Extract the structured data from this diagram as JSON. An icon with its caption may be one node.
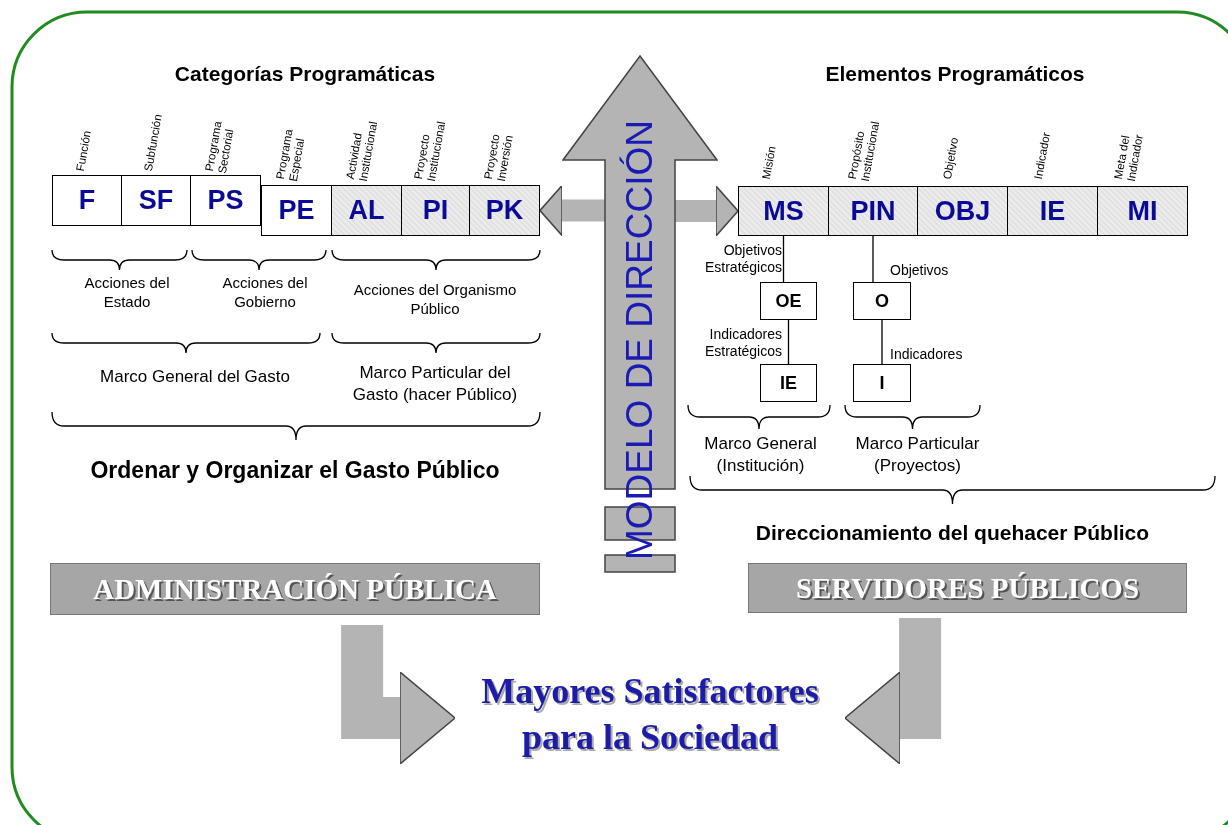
{
  "diagram": {
    "nodes": [
      {
        "text": [
          "F"
        ],
        "beside": [
          "Función"
        ]
      },
      {
        "text": [
          "SF"
        ],
        "beside": [
          "Subfunción"
        ]
      },
      {
        "text": [
          "PS"
        ],
        "beside": [
          "Programa Sectorial"
        ]
      },
      {
        "text": [
          "PE"
        ],
        "beside": [
          "Programa Especial"
        ]
      },
      {
        "text": [
          "AL"
        ],
        "beside": [
          "Actividad Institucional"
        ]
      },
      {
        "text": [
          "PI"
        ],
        "beside": [
          "Proyecto Institucional"
        ]
      },
      {
        "text": [
          "PK"
        ],
        "beside": [
          "Proyecto Inversión"
        ]
      },
      {
        "text": [
          "MODELO DE DIRECCIÓN"
        ]
      },
      {
        "text": [
          "MS"
        ],
        "beside": [
          "Misión"
        ]
      },
      {
        "text": [
          "PIN"
        ],
        "beside": [
          "Propósito Institucional"
        ]
      },
      {
        "text": [
          "OBJ"
        ],
        "beside": [
          "Objetivo"
        ]
      },
      {
        "text": [
          "IE"
        ],
        "beside": [
          "Indicador"
        ]
      },
      {
        "text": [
          "MI"
        ],
        "beside": [
          "Meta del Indicador"
        ]
      },
      {
        "text": [
          "OE"
        ]
      },
      {
        "text": [
          "O"
        ]
      },
      {
        "text": [
          "IE"
        ]
      },
      {
        "text": [
          "I"
        ]
      },
      {
        "text": [
          "ADMINISTRACIÓN PÚBLICA"
        ]
      },
      {
        "text": [
          "SERVIDORES PÚBLICOS"
        ]
      },
      {
        "text": [
          "Mayores Satisfactores para la Sociedad"
        ]
      }
    ],
    "edges": [
      {
        "from": 7,
        "to": 6,
        "arrow": "to",
        "style": "thick"
      },
      {
        "from": 7,
        "to": 8,
        "arrow": "to",
        "style": "thick"
      },
      {
        "from": 8,
        "to": 13,
        "arrow": "none",
        "label": "Objetivos Estratégicos",
        "color": "#000000"
      },
      {
        "from": 9,
        "to": 14,
        "arrow": "none",
        "label": "Objetivos",
        "color": "#000000"
      },
      {
        "from": 13,
        "to": 15,
        "arrow": "none",
        "label": "Indicadores Estratégicos",
        "color": "#000000"
      },
      {
        "from": 14,
        "to": 16,
        "arrow": "none",
        "label": "Indicadores",
        "color": "#000000"
      },
      {
        "from": 17,
        "to": 19,
        "arrow": "to",
        "style": "thick"
      },
      {
        "from": 18,
        "to": 19,
        "arrow": "to",
        "style": "thick"
      }
    ],
    "labels": [
      "Categorías Programáticas",
      "Elementos Programáticos",
      "Acciones del Estado",
      "Acciones del Gobierno",
      "Acciones del Organismo Público",
      "Marco General del Gasto",
      "Marco Particular del Gasto (hacer Público)",
      "Ordenar y Organizar el Gasto Público",
      "Marco General (Institución)",
      "Marco Particular (Proyectos)",
      "Direccionamiento del quehacer Público"
    ]
  }
}
